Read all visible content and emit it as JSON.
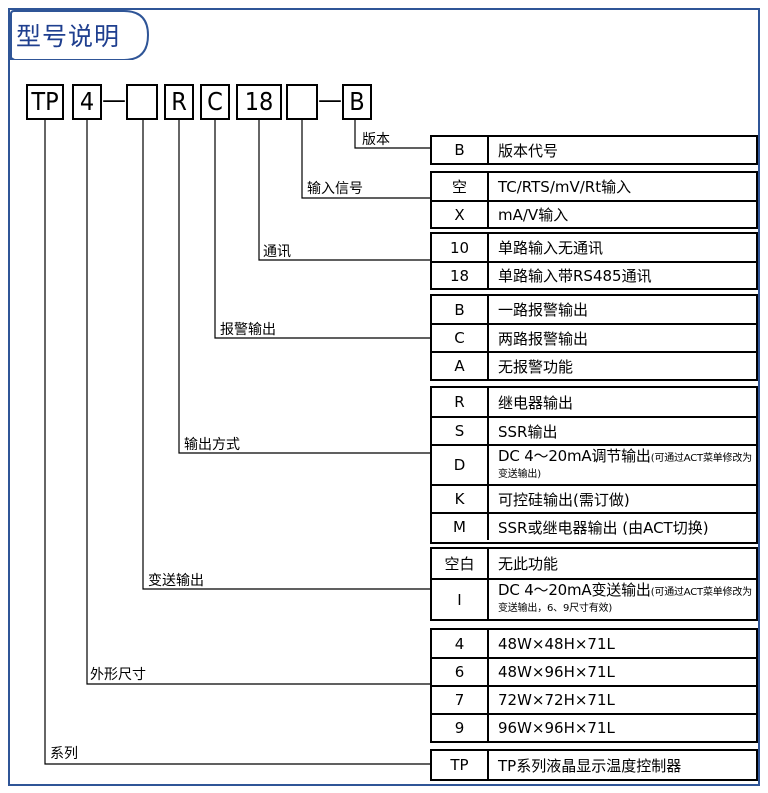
{
  "title": "型号说明",
  "code_parts": [
    "TP",
    "4",
    "—",
    "□",
    "R",
    "C",
    "18",
    "□",
    "—",
    "B"
  ],
  "groups": [
    {
      "label": "版本",
      "rows": [
        {
          "code": "B",
          "desc": "版本代号"
        }
      ]
    },
    {
      "label": "输入信号",
      "rows": [
        {
          "code": "空",
          "desc": "TC/RTS/mV/Rt输入"
        },
        {
          "code": "X",
          "desc": "mA/V输入"
        }
      ]
    },
    {
      "label": "通讯",
      "rows": [
        {
          "code": "10",
          "desc": "单路输入无通讯"
        },
        {
          "code": "18",
          "desc": "单路输入带RS485通讯"
        }
      ]
    },
    {
      "label": "报警输出",
      "rows": [
        {
          "code": "B",
          "desc": "一路报警输出"
        },
        {
          "code": "C",
          "desc": "两路报警输出"
        },
        {
          "code": "A",
          "desc": "无报警功能"
        }
      ]
    },
    {
      "label": "输出方式",
      "rows": [
        {
          "code": "R",
          "desc": "继电器输出"
        },
        {
          "code": "S",
          "desc": "SSR输出"
        },
        {
          "code": "D",
          "desc": "DC 4～20mA调节输出",
          "note": "(可通过ACT菜单修改为变送输出)"
        },
        {
          "code": "K",
          "desc": "可控硅输出(需订做)"
        },
        {
          "code": "M",
          "desc": "SSR或继电器输出 (由ACT切换)"
        }
      ]
    },
    {
      "label": "变送输出",
      "rows": [
        {
          "code": "空白",
          "desc": "无此功能"
        },
        {
          "code": "I",
          "desc": "DC 4～20mA变送输出",
          "note": "(可通过ACT菜单修改为变送输出，6、9尺寸有效)"
        }
      ]
    },
    {
      "label": "外形尺寸",
      "rows": [
        {
          "code": "4",
          "desc": "48W×48H×71L"
        },
        {
          "code": "6",
          "desc": "48W×96H×71L"
        },
        {
          "code": "7",
          "desc": "72W×72H×71L"
        },
        {
          "code": "9",
          "desc": "96W×96H×71L"
        }
      ]
    },
    {
      "label": "系列",
      "rows": [
        {
          "code": "TP",
          "desc": "TP系列液晶显示温度控制器"
        }
      ]
    }
  ],
  "colors": {
    "frame": "#2f5597",
    "title_text": "#1f3f8f",
    "lines": "#000000"
  }
}
